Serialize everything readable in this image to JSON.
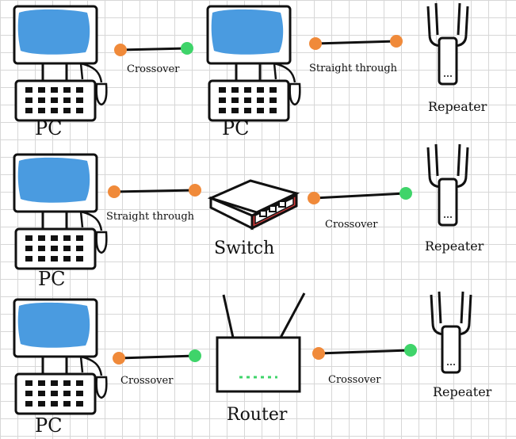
{
  "rows": [
    {
      "devices": [
        "PC",
        "PC",
        "Repeater"
      ],
      "links": [
        "Crossover",
        "Straight through"
      ]
    },
    {
      "devices": [
        "PC",
        "Switch",
        "Repeater"
      ],
      "links": [
        "Straight through",
        "Crossover"
      ]
    },
    {
      "devices": [
        "PC",
        "Router",
        "Repeater"
      ],
      "links": [
        "Crossover",
        "Crossover"
      ]
    }
  ],
  "colors": {
    "screen": "#4a9be0",
    "connector_a": "#f08a3a",
    "connector_b": "#3fd46a",
    "switch_port_panel": "#d23a3a",
    "router_leds": "#3fd46a"
  }
}
